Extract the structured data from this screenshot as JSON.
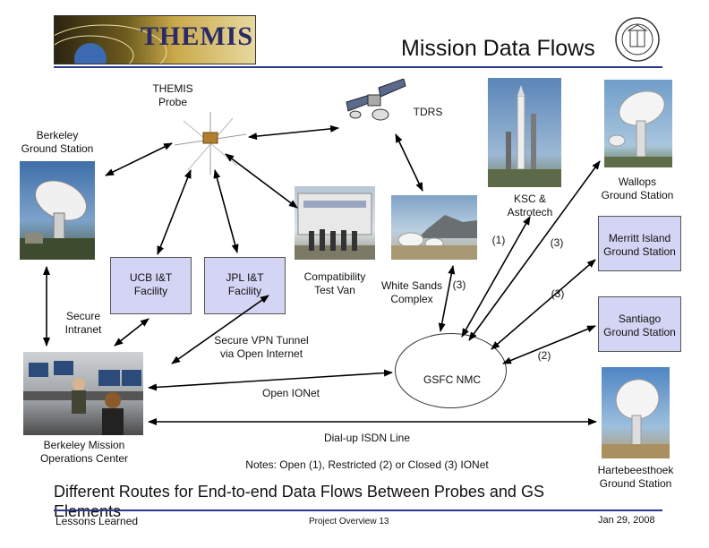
{
  "header": {
    "logo_text": "THEMIS",
    "title": "Mission Data Flows",
    "seal_icon": "university-seal-icon",
    "rule_color": "#2a3a8c"
  },
  "nodes": {
    "probe": "THEMIS\nProbe",
    "tdrs": "TDRS",
    "berkeley_gs": "Berkeley\nGround Station",
    "ksc": "KSC &\nAstrotech",
    "wallops": "Wallops\nGround Station",
    "merritt": "Merritt Island\nGround Station",
    "santiago": "Santiago\nGround Station",
    "ucb_it": "UCB I&T\nFacility",
    "jpl_it": "JPL I&T\nFacility",
    "compat_van": "Compatibility\nTest Van",
    "white_sands": "White Sands\nComplex",
    "secure_intranet": "Secure\nIntranet",
    "vpn_tunnel": "Secure VPN Tunnel\nvia Open Internet",
    "gsfc_nmc": "GSFC NMC",
    "open_ionet": "Open IONet",
    "dialup_isdn": "Dial-up ISDN Line",
    "berkeley_moc": "Berkeley Mission\nOperations Center",
    "hartebeesthoek": "Hartebeesthoek\nGround Station"
  },
  "route_tags": {
    "ws_a": "(3)",
    "ksc_1": "(1)",
    "ksc_3": "(3)",
    "merritt_3": "(3)",
    "santiago_2": "(2)"
  },
  "notes": "Notes: Open (1), Restricted (2) or Closed (3) IONet",
  "headline": "Different Routes for End-to-end Data Flows Between Probes and GS Elements",
  "footer": {
    "left": "Lessons Learned",
    "center": "Project Overview 13",
    "right": "Jan 29, 2008"
  },
  "colors": {
    "box_fill": "#d4d4f4",
    "arrow": "#000000"
  }
}
